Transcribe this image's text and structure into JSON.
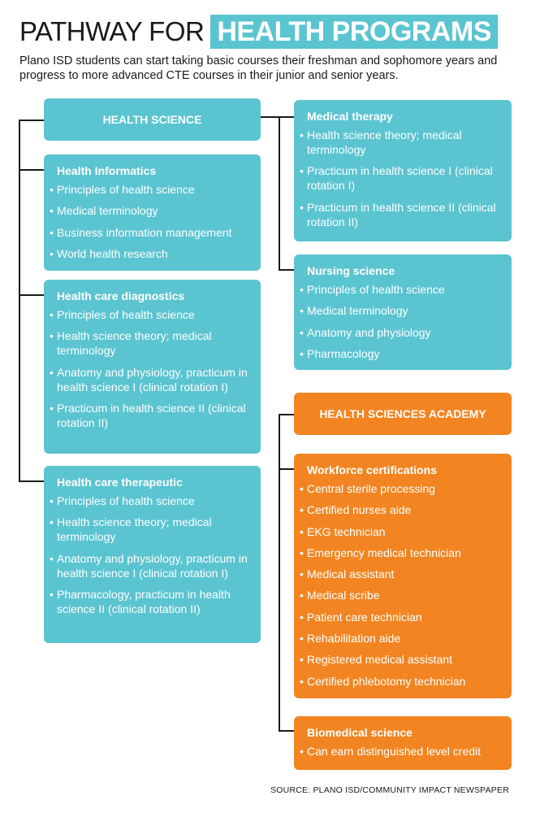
{
  "title": {
    "plain": "PATHWAY FOR ",
    "bold": "HEALTH PROGRAMS"
  },
  "intro": "Plano ISD students can start taking basic courses their freshman and sophomore years and progress to more advanced CTE courses in their junior and senior years.",
  "bullet": "•",
  "colors": {
    "teal": "#5bc4d1",
    "orange": "#f28521",
    "line": "#1a1a1a"
  },
  "health_science": {
    "header": "HEALTH SCIENCE",
    "informatics": {
      "title": "Health Informatics",
      "items": [
        "Principles of health science",
        "Medical terminology",
        "Business information management",
        "World health research"
      ]
    },
    "diagnostics": {
      "title": "Health care diagnostics",
      "items": [
        "Principles of health science",
        "Health science theory; medical terminology",
        "Anatomy and physiology, practicum in health science I (clinical rotation I)",
        "Practicum in health science II (clinical rotation II)"
      ]
    },
    "therapeutic": {
      "title": "Health care therapeutic",
      "items": [
        "Principles of health science",
        "Health science theory; medical terminology",
        "Anatomy and physiology, practicum in health science I (clinical rotation I)",
        "Pharmacology, practicum in health science II (clinical rotation II)"
      ]
    },
    "medical_therapy": {
      "title": "Medical therapy",
      "items": [
        "Health science theory; medical terminology",
        "Practicum in health science I (clinical rotation I)",
        "Practicum in health science II (clinical rotation II)"
      ]
    },
    "nursing": {
      "title": "Nursing science",
      "items": [
        "Principles of health science",
        "Medical terminology",
        "Anatomy and physiology",
        "Pharmacology"
      ]
    }
  },
  "academy": {
    "header": "HEALTH SCIENCES ACADEMY",
    "workforce": {
      "title": "Workforce certifications",
      "items": [
        "Central sterile processing",
        "Certified nurses aide",
        "EKG technician",
        "Emergency medical technician",
        "Medical assistant",
        "Medical scribe",
        "Patient care technician",
        "Rehabilitation aide",
        "Registered medical assistant",
        "Certified phlebotomy technician"
      ]
    },
    "biomedical": {
      "title": "Biomedical science",
      "items": [
        "Can earn distinguished level credit"
      ]
    }
  },
  "source": "SOURCE: PLANO ISD/COMMUNITY IMPACT NEWSPAPER"
}
